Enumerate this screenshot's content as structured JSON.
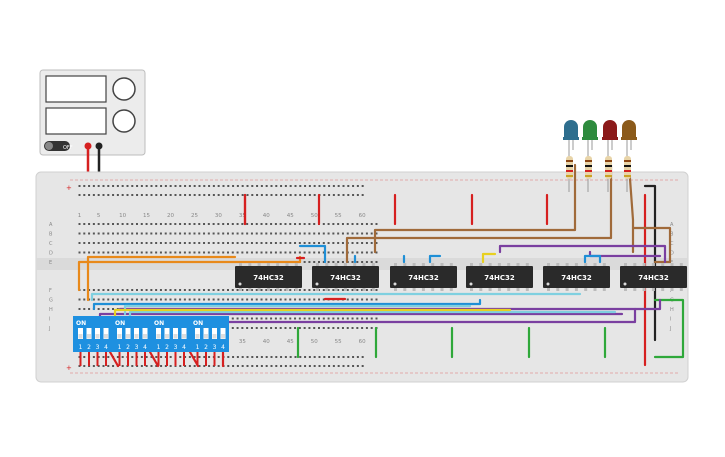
{
  "power_supply": {
    "toggle_label": "OFF",
    "display_top": "",
    "display_bottom": ""
  },
  "breadboard": {
    "column_numbers": [
      "1",
      "5",
      "10",
      "15",
      "20",
      "25",
      "30",
      "35",
      "40",
      "45",
      "50",
      "55",
      "60"
    ],
    "row_letters_top": [
      "A",
      "B",
      "C",
      "D",
      "E"
    ],
    "row_letters_bottom": [
      "F",
      "G",
      "H",
      "I",
      "J"
    ]
  },
  "chips": [
    {
      "label": "74HC32"
    },
    {
      "label": "74HC32"
    },
    {
      "label": "74HC32"
    },
    {
      "label": "74HC32"
    },
    {
      "label": "74HC32"
    },
    {
      "label": "74HC32"
    }
  ],
  "dip_switches": [
    {
      "on_label": "ON",
      "pins": [
        "1",
        "2",
        "3",
        "4"
      ]
    },
    {
      "on_label": "ON",
      "pins": [
        "1",
        "2",
        "3",
        "4"
      ]
    },
    {
      "on_label": "ON",
      "pins": [
        "1",
        "2",
        "3",
        "4"
      ]
    },
    {
      "on_label": "ON",
      "pins": [
        "1",
        "2",
        "3",
        "4"
      ]
    }
  ],
  "leds": [
    {
      "color_name": "blue",
      "color": "#2e6e8e"
    },
    {
      "color_name": "green",
      "color": "#2e8b3e"
    },
    {
      "color_name": "red",
      "color": "#8b1a1a"
    },
    {
      "color_name": "brown",
      "color": "#8b5a1a"
    }
  ],
  "colors": {
    "board": "#e8e8e8",
    "wire_orange": "#e8891a",
    "wire_brown": "#a06a3a",
    "wire_purple": "#7a3fa0",
    "wire_blue": "#1f8fd6",
    "wire_cyan": "#7fd0e0",
    "wire_red": "#d62020",
    "wire_green": "#2fa83a",
    "wire_yellow": "#e8d020",
    "wire_black": "#222222",
    "dip_blue": "#1e90e0"
  }
}
